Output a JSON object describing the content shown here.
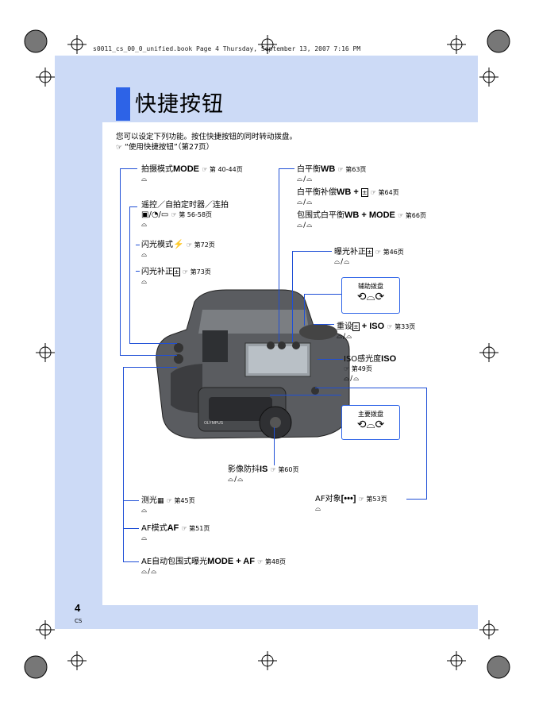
{
  "header": "s0011_cs_00_0_unified.book  Page 4  Thursday, September 13, 2007  7:16 PM",
  "title": "快捷按钮",
  "intro": {
    "line1": "您可以设定下列功能。按住快捷按钮的同时转动拨盘。",
    "line2": "“使用快捷按钮”（第27页）"
  },
  "left_labels": [
    {
      "text": "拍摄模式",
      "bold": "MODE",
      "ref": "第 40-44页",
      "dial": "⌓"
    },
    {
      "text": "遥控／自拍定时器／连拍",
      "bold": "",
      "ref": "第 56-58页",
      "dial": "⌓"
    },
    {
      "text": "闪光模式",
      "bold": "⚡",
      "ref": "第72页",
      "dial": "⌓"
    },
    {
      "text": "闪光补正",
      "bold": "",
      "ref": "第73页",
      "dial": "⌓"
    },
    {
      "text": "测光",
      "bold": "",
      "ref": "第45页",
      "dial": "⌓"
    },
    {
      "text": "AF模式",
      "bold": "AF",
      "ref": "第51页",
      "dial": "⌓"
    },
    {
      "text": "AE自动包围式曝光",
      "bold": "MODE + AF",
      "ref": "第48页",
      "dial": "⌓/⌓"
    }
  ],
  "right_labels": [
    {
      "text": "白平衡",
      "bold": "WB",
      "ref": "第63页",
      "dial": "⌓/⌓"
    },
    {
      "text": "白平衡补偿",
      "bold": "WB + ",
      "ref": "第64页",
      "dial": "⌓/⌓"
    },
    {
      "text": "包围式白平衡",
      "bold": "WB + MODE",
      "ref": "第66页",
      "dial": "⌓/⌓"
    },
    {
      "text": "曝光补正",
      "bold": "",
      "ref": "第46页",
      "dial": "⌓/⌓"
    },
    {
      "text": "重设",
      "bold": " + ISO",
      "ref": "第33页",
      "dial": "⌓/⌓"
    },
    {
      "text": "ISO感光度",
      "bold": "ISO",
      "ref": "第49页",
      "dial": "⌓/⌓"
    },
    {
      "text": "影像防抖",
      "bold": "IS",
      "ref": "第60页",
      "dial": "⌓/⌓"
    },
    {
      "text": "AF对象",
      "bold": "[•••]",
      "ref": "第53页",
      "dial": "⌓"
    }
  ],
  "dial_boxes": {
    "sub": "辅助拨盘",
    "main": "主要拨盘"
  },
  "page_number": "4",
  "lang": "CS",
  "camera_brand": "OLYMPUS",
  "colors": {
    "accent": "#2d63e7",
    "band": "#ccdaf6",
    "leader": "#1f4fd6"
  }
}
